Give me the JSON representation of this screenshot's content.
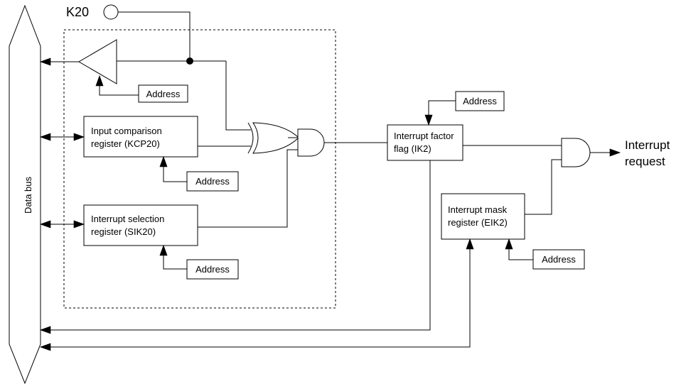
{
  "pin": {
    "label": "K20"
  },
  "data_bus": {
    "label": "Data bus"
  },
  "registers": {
    "comparison": {
      "line1": "Input comparison",
      "line2": "register (KCP20)"
    },
    "selection": {
      "line1": "Interrupt selection",
      "line2": "register (SIK20)"
    },
    "factor_flag": {
      "line1": "Interrupt factor",
      "line2": "flag (IK2)"
    },
    "mask": {
      "line1": "Interrupt mask",
      "line2": "register (EIK2)"
    }
  },
  "address_labels": [
    "Address",
    "Address",
    "Address",
    "Address",
    "Address"
  ],
  "output": {
    "line1": "Interrupt",
    "line2": "request"
  }
}
